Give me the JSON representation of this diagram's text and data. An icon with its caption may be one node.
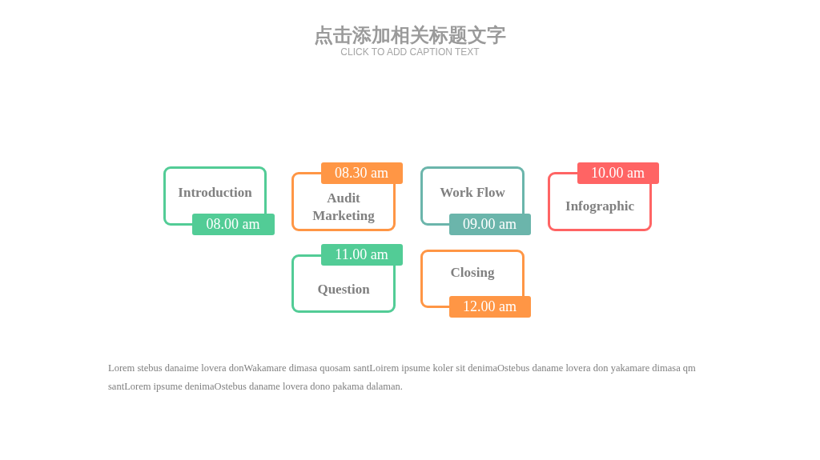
{
  "diagram": {
    "title": "点击添加相关标题文字",
    "nodes": [
      {
        "text": [
          "Introduction",
          "08.00 am"
        ]
      },
      {
        "text": [
          "08.30 am",
          "Audit Marketing"
        ]
      },
      {
        "text": [
          "Work Flow",
          "09.00 am"
        ]
      },
      {
        "text": [
          "10.00 am",
          "Infographic"
        ]
      },
      {
        "text": [
          "11.00 am",
          "Question"
        ]
      },
      {
        "text": [
          "Closing",
          "12.00 am"
        ]
      }
    ],
    "labels": [
      "CLICK TO ADD CAPTION TEXT",
      "Lorem stebus danaime lovera donWakamare dimasa quosam santLoirem ipsume koler sit denimaOstebus daname lovera don yakamare dimasa qm santLorem ipsume denimaOstebus daname lovera dono pakama dalaman."
    ]
  }
}
